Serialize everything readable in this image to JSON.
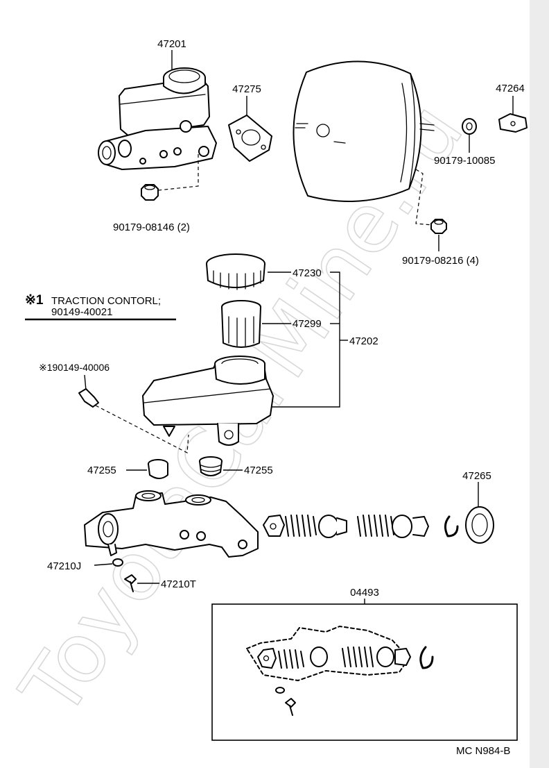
{
  "labels": {
    "p47201": "47201",
    "p47275": "47275",
    "p47264": "47264",
    "p90179_10085": "90179-10085",
    "p90179_08146": "90179-08146 (2)",
    "p90179_08216": "90179-08216 (4)",
    "p47230": "47230",
    "p47299": "47299",
    "p47202": "47202",
    "note_marker": "※1",
    "note_line1": "TRACTION CONTORL;",
    "note_line2": "90149-40021",
    "p90149_40006": "※190149-40006",
    "p47255_left": "47255",
    "p47255_right": "47255",
    "p47265": "47265",
    "p47210J": "47210J",
    "p47210T": "47210T",
    "p04493": "04493",
    "figure_code": "MC N984-B"
  },
  "watermark": "ToyotaCarMine.ru"
}
